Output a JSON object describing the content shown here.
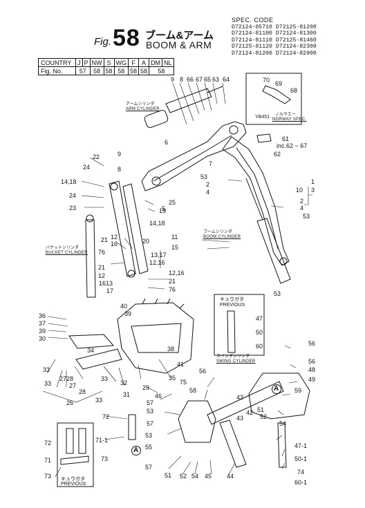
{
  "header": {
    "fig_prefix": "Fig.",
    "fig_number": "58",
    "title_jp": "ブーム&アーム",
    "title_en": "BOOM & ARM",
    "spec_title": "SPEC. CODE",
    "spec_codes": [
      "D72124-05710  D72125-81200",
      "D72124-81100  D72124-81300",
      "D72124-81110  D72125-81460",
      "D72125-81120  D72124-82300",
      "D72124-81200  D72124-82900"
    ]
  },
  "country_table": {
    "row1_label": "COUNTRY",
    "row2_label": "Fig. No.",
    "countries": [
      "J",
      "P",
      "NW",
      "S",
      "WG",
      "F",
      "A",
      "DM",
      "NL"
    ],
    "fig_numbers": [
      "57",
      "58",
      "58",
      "58",
      "58",
      "58",
      "58"
    ]
  },
  "callouts": {
    "arm_cylinder_jp": "アームシリンダ",
    "arm_cylinder_en": "ARM CYLINDER",
    "norway_jp": "ノルウエー",
    "norway_en": "NORWAY SPEC.",
    "norway_code": "YB451",
    "bucket_cylinder_jp": "バケットシリンダ",
    "bucket_cylinder_en": "BUCKET CYLINDER",
    "boom_cylinder_jp": "ブームシリンダ",
    "boom_cylinder_en": "BOOM CYLINDER",
    "previous_jp_1": "キュウガタ",
    "previous_en_1": "PREVIOUS",
    "swing_cylinder_jp": "スイングシリンダ",
    "swing_cylinder_en": "SWING CYLINDER",
    "previous_jp_2": "キュウガタ",
    "previous_en_2": "PREVIOUS",
    "inc_note": "inc.62 ~ 67"
  },
  "part_labels": [
    {
      "id": "p9a",
      "text": "9"
    },
    {
      "id": "p8a",
      "text": "8"
    },
    {
      "id": "p66",
      "text": "66"
    },
    {
      "id": "p67",
      "text": "67"
    },
    {
      "id": "p65",
      "text": "65"
    },
    {
      "id": "p63",
      "text": "63"
    },
    {
      "id": "p64",
      "text": "64"
    },
    {
      "id": "p70",
      "text": "70"
    },
    {
      "id": "p69",
      "text": "69"
    },
    {
      "id": "p68",
      "text": "68"
    },
    {
      "id": "p61",
      "text": "61"
    },
    {
      "id": "p62",
      "text": "62"
    },
    {
      "id": "p6",
      "text": "6"
    },
    {
      "id": "p22",
      "text": "22"
    },
    {
      "id": "p9b",
      "text": "9"
    },
    {
      "id": "p8b",
      "text": "8"
    },
    {
      "id": "p24a",
      "text": "24"
    },
    {
      "id": "p1418a",
      "text": "14,18"
    },
    {
      "id": "p24b",
      "text": "24"
    },
    {
      "id": "p23",
      "text": "23"
    },
    {
      "id": "p25",
      "text": "25"
    },
    {
      "id": "p5",
      "text": "5"
    },
    {
      "id": "p19",
      "text": "19"
    },
    {
      "id": "p7",
      "text": "7"
    },
    {
      "id": "p53a",
      "text": "53"
    },
    {
      "id": "p2a",
      "text": "2"
    },
    {
      "id": "p4a",
      "text": "4"
    },
    {
      "id": "p10",
      "text": "10"
    },
    {
      "id": "p1",
      "text": "1"
    },
    {
      "id": "p3",
      "text": "3"
    },
    {
      "id": "p2b",
      "text": "2"
    },
    {
      "id": "p4b",
      "text": "4"
    },
    {
      "id": "p53b",
      "text": "53"
    },
    {
      "id": "p1418b",
      "text": "14,18"
    },
    {
      "id": "p21a",
      "text": "21"
    },
    {
      "id": "p12a",
      "text": "12"
    },
    {
      "id": "p16a",
      "text": "16"
    },
    {
      "id": "p20",
      "text": "20"
    },
    {
      "id": "p11",
      "text": "11"
    },
    {
      "id": "p15",
      "text": "15"
    },
    {
      "id": "p76a",
      "text": "76"
    },
    {
      "id": "p1317",
      "text": "13,17"
    },
    {
      "id": "p1216a",
      "text": "12,16"
    },
    {
      "id": "p21b",
      "text": "21"
    },
    {
      "id": "p12b",
      "text": "12"
    },
    {
      "id": "p1613",
      "text": "1613"
    },
    {
      "id": "p17",
      "text": "17"
    },
    {
      "id": "p1216b",
      "text": "12,16"
    },
    {
      "id": "p21c",
      "text": "21"
    },
    {
      "id": "p76b",
      "text": "76"
    },
    {
      "id": "p53c",
      "text": "53"
    },
    {
      "id": "p40",
      "text": "40"
    },
    {
      "id": "p39a",
      "text": "39"
    },
    {
      "id": "p47a",
      "text": "47"
    },
    {
      "id": "p50a",
      "text": "50"
    },
    {
      "id": "p60a",
      "text": "60"
    },
    {
      "id": "p36",
      "text": "36"
    },
    {
      "id": "p37",
      "text": "37"
    },
    {
      "id": "p39b",
      "text": "39"
    },
    {
      "id": "p30",
      "text": "30"
    },
    {
      "id": "p56a",
      "text": "56"
    },
    {
      "id": "p34",
      "text": "34"
    },
    {
      "id": "p38",
      "text": "38"
    },
    {
      "id": "p41",
      "text": "41"
    },
    {
      "id": "p56b",
      "text": "56"
    },
    {
      "id": "p48",
      "text": "48"
    },
    {
      "id": "p49",
      "text": "49"
    },
    {
      "id": "p33a",
      "text": "33"
    },
    {
      "id": "p27a",
      "text": "27"
    },
    {
      "id": "p28a",
      "text": "28"
    },
    {
      "id": "p33b",
      "text": "33"
    },
    {
      "id": "p32",
      "text": "32"
    },
    {
      "id": "p35",
      "text": "35"
    },
    {
      "id": "p33c",
      "text": "33"
    },
    {
      "id": "p29",
      "text": "29"
    },
    {
      "id": "p59",
      "text": "59"
    },
    {
      "id": "p27b",
      "text": "27"
    },
    {
      "id": "p28b",
      "text": "28"
    },
    {
      "id": "p31",
      "text": "31"
    },
    {
      "id": "p75",
      "text": "75"
    },
    {
      "id": "p58",
      "text": "58"
    },
    {
      "id": "p56c",
      "text": "56"
    },
    {
      "id": "p46",
      "text": "46"
    },
    {
      "id": "p43a",
      "text": "43"
    },
    {
      "id": "p26",
      "text": "26"
    },
    {
      "id": "p33d",
      "text": "33"
    },
    {
      "id": "p57a",
      "text": "57"
    },
    {
      "id": "p53d",
      "text": "53"
    },
    {
      "id": "p42",
      "text": "42"
    },
    {
      "id": "p51a",
      "text": "51"
    },
    {
      "id": "p52a",
      "text": "52"
    },
    {
      "id": "p43b",
      "text": "43"
    },
    {
      "id": "p72a",
      "text": "72"
    },
    {
      "id": "p57b",
      "text": "57"
    },
    {
      "id": "p53e",
      "text": "53"
    },
    {
      "id": "p54",
      "text": "54"
    },
    {
      "id": "p711",
      "text": "71-1"
    },
    {
      "id": "p72b",
      "text": "72"
    },
    {
      "id": "p55",
      "text": "55"
    },
    {
      "id": "p471",
      "text": "47-1"
    },
    {
      "id": "p73a",
      "text": "73"
    },
    {
      "id": "p71",
      "text": "71"
    },
    {
      "id": "p501",
      "text": "50-1"
    },
    {
      "id": "p57c",
      "text": "57"
    },
    {
      "id": "p74",
      "text": "74"
    },
    {
      "id": "p73b",
      "text": "73"
    },
    {
      "id": "p51b",
      "text": "51"
    },
    {
      "id": "p52b",
      "text": "52"
    },
    {
      "id": "p54b",
      "text": "54"
    },
    {
      "id": "p45",
      "text": "45"
    },
    {
      "id": "p44",
      "text": "44"
    },
    {
      "id": "p601",
      "text": "60-1"
    }
  ],
  "circle_markers": [
    {
      "id": "ca1",
      "text": "A"
    },
    {
      "id": "ca2",
      "text": "A"
    }
  ]
}
